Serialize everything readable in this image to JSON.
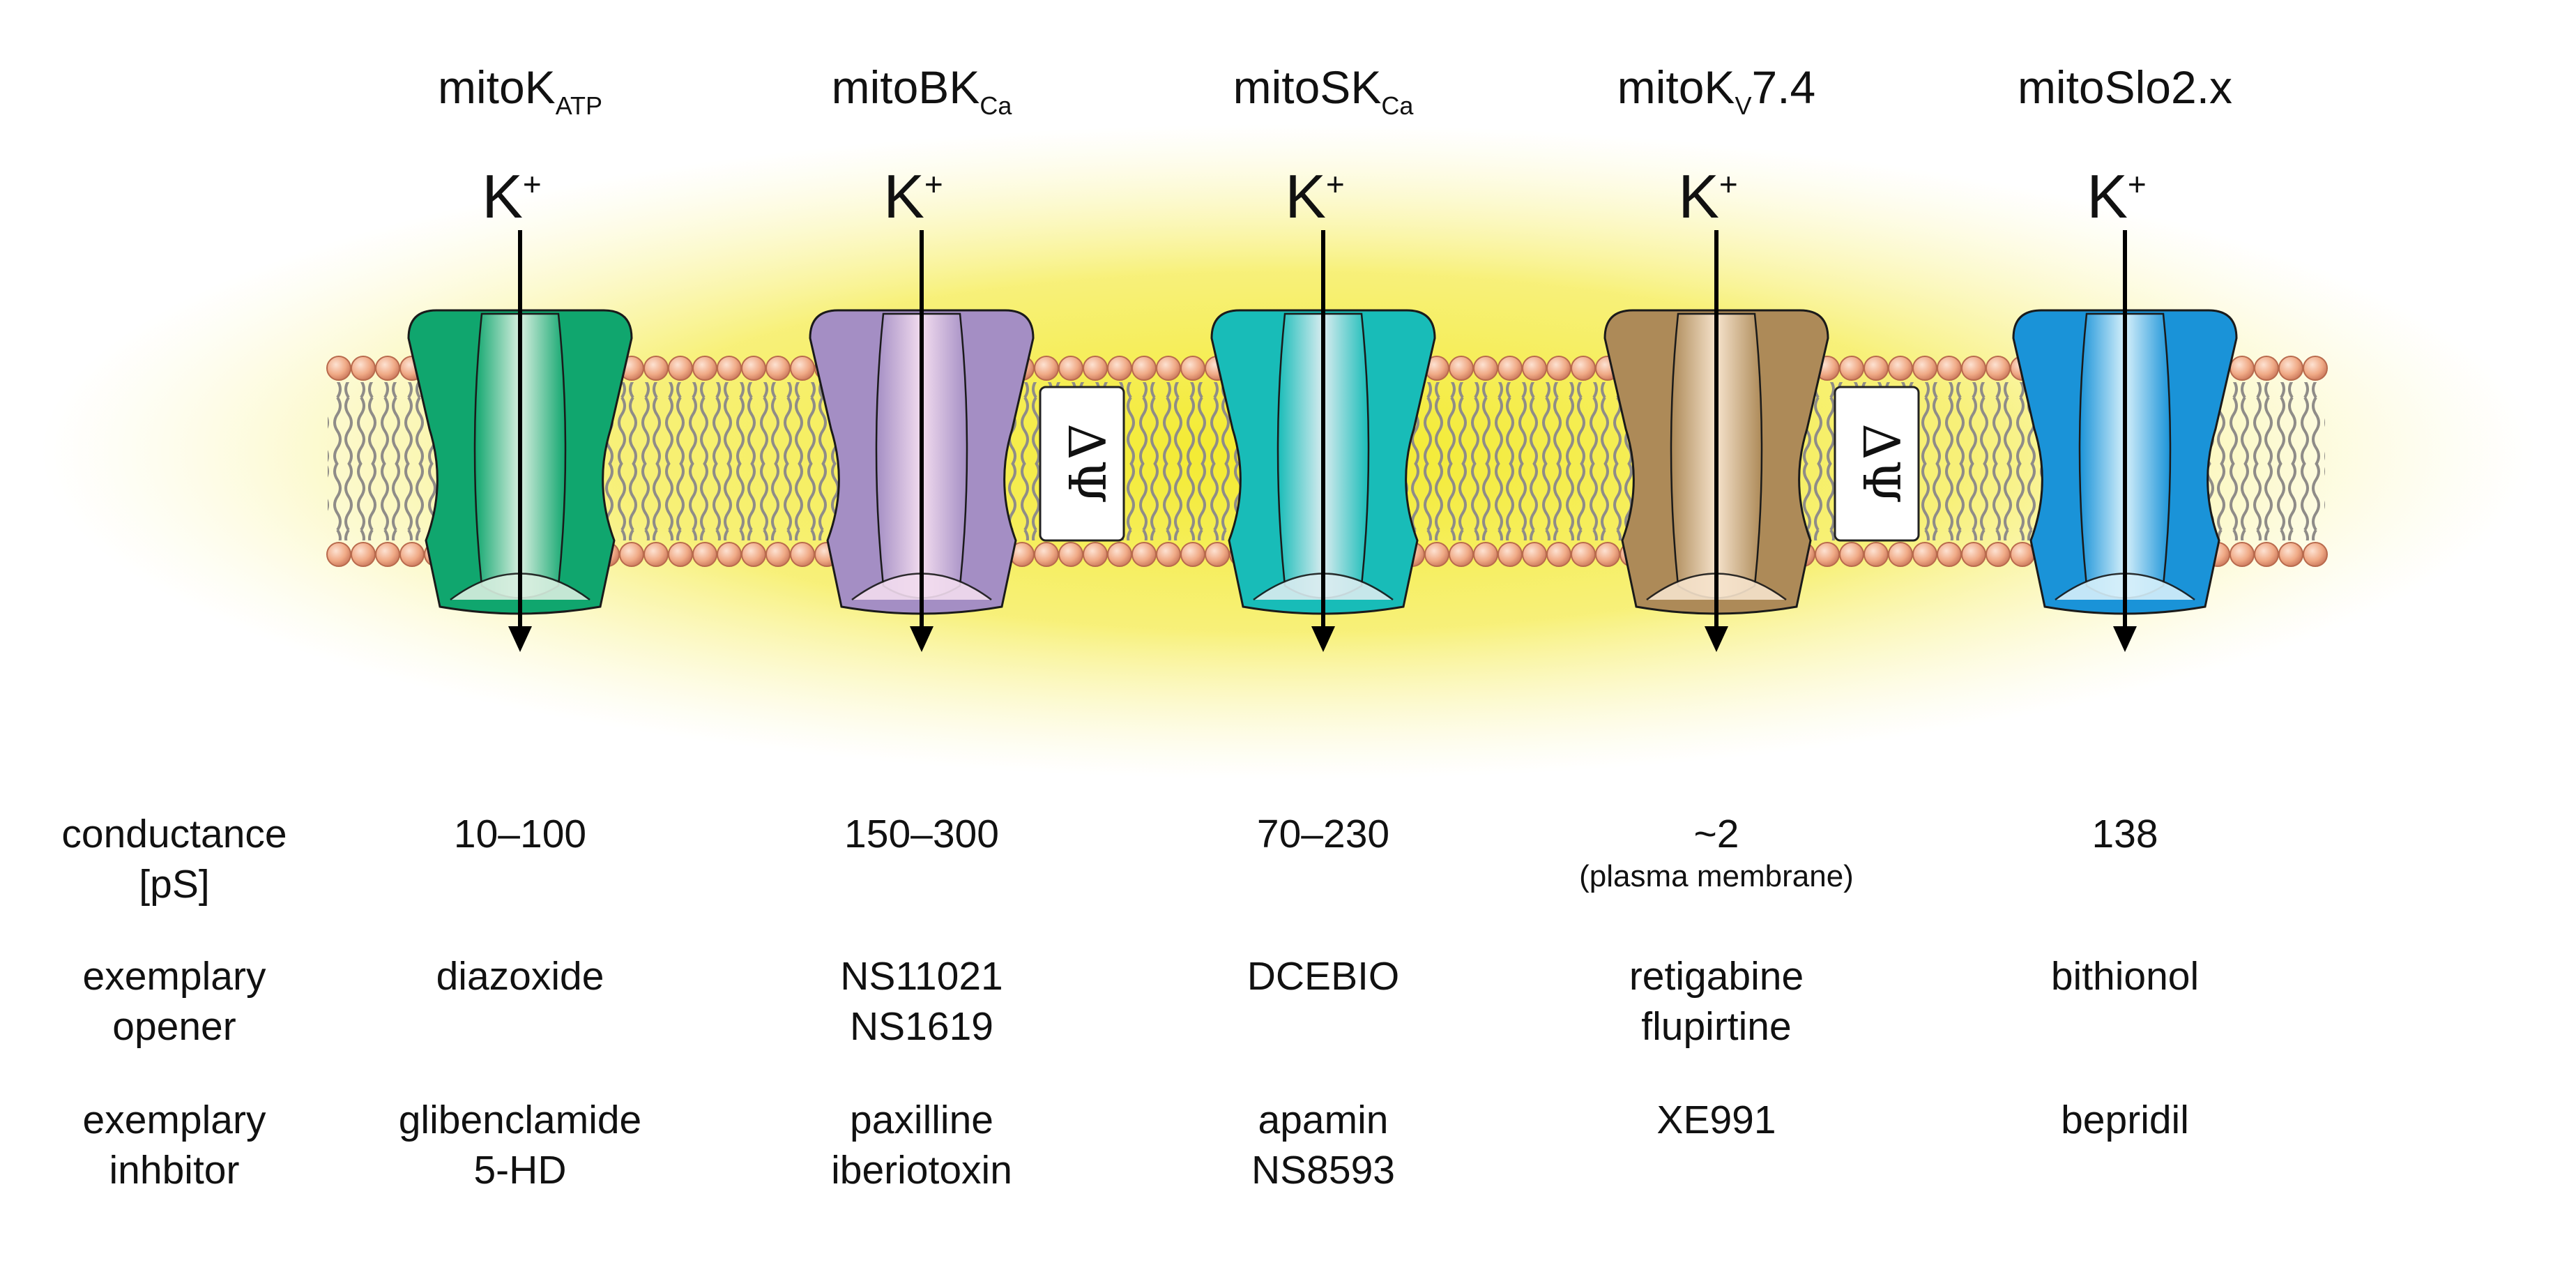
{
  "channels": [
    {
      "name_main": "mitoK",
      "name_sub": "ATP",
      "name_rest": "",
      "ion": "K",
      "ion_charge": "+",
      "color": "#10a66e",
      "channel_light": "#d8efe0",
      "has_potential_box": false
    },
    {
      "name_main": "mitoBK",
      "name_sub": "Ca",
      "name_rest": "",
      "ion": "K",
      "ion_charge": "+",
      "color": "#a48ec4",
      "channel_light": "#f2dcef",
      "has_potential_box": true
    },
    {
      "name_main": "mitoSK",
      "name_sub": "Ca",
      "name_rest": "",
      "ion": "K",
      "ion_charge": "+",
      "color": "#18bcb8",
      "channel_light": "#d9ecf0",
      "has_potential_box": false
    },
    {
      "name_main": "mitoK",
      "name_sub": "V",
      "name_rest": "7.4",
      "ion": "K",
      "ion_charge": "+",
      "color": "#ad8a58",
      "channel_light": "#f6e3cc",
      "has_potential_box": true
    },
    {
      "name_main": "mitoSlo2.x",
      "name_sub": "",
      "name_rest": "",
      "ion": "K",
      "ion_charge": "+",
      "color": "#1a93d8",
      "channel_light": "#d6f0fb",
      "has_potential_box": false
    }
  ],
  "potential_symbol": "ΔΨ",
  "colors": {
    "membrane_glow": "#f3ea2a",
    "lipid_head": "#f0aa86",
    "lipid_tail": "#8f8c88"
  },
  "rows": [
    {
      "label": [
        "conductance",
        "[pS]"
      ],
      "values": [
        [
          "10–100"
        ],
        [
          "150–300"
        ],
        [
          "70–230"
        ],
        [
          "~2"
        ],
        [
          "138"
        ]
      ],
      "notes": [
        "",
        "",
        "",
        "(plasma membrane)",
        ""
      ]
    },
    {
      "label": [
        "exemplary",
        "opener"
      ],
      "values": [
        [
          "diazoxide"
        ],
        [
          "NS11021",
          "NS1619"
        ],
        [
          "DCEBIO"
        ],
        [
          "retigabine",
          "flupirtine"
        ],
        [
          "bithionol"
        ]
      ]
    },
    {
      "label": [
        "exemplary",
        "inhbitor"
      ],
      "values": [
        [
          "glibenclamide",
          "5-HD"
        ],
        [
          "paxilline",
          "iberiotoxin"
        ],
        [
          "apamin",
          "NS8593"
        ],
        [
          "XE991"
        ],
        [
          "bepridil"
        ]
      ]
    }
  ]
}
